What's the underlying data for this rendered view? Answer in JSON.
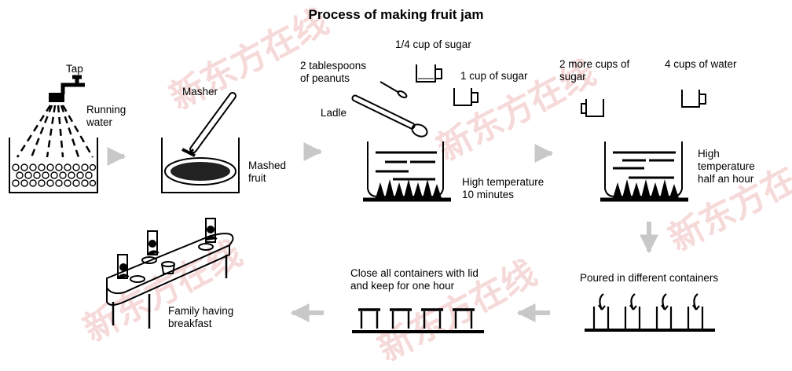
{
  "title": "Process of making fruit jam",
  "watermark": "新东方在线",
  "steps": {
    "wash": {
      "tap": "Tap",
      "water_line1": "Running",
      "water_line2": "water"
    },
    "mash": {
      "masher": "Masher",
      "result_line1": "Mashed",
      "result_line2": "fruit"
    },
    "boil1": {
      "peanuts_line1": "2 tablespoons",
      "peanuts_line2": "of peanuts",
      "quarter_sugar": "1/4 cup of sugar",
      "one_sugar": "1 cup of sugar",
      "ladle": "Ladle",
      "heat_line1": "High temperature",
      "heat_line2": "10 minutes"
    },
    "boil2": {
      "sugar_line1": "2 more cups of",
      "sugar_line2": "sugar",
      "water": "4 cups of water",
      "heat_line1": "High",
      "heat_line2": "temperature",
      "heat_line3": "half an hour"
    },
    "pour": {
      "label": "Poured in different containers"
    },
    "close": {
      "line1": "Close all containers with lid",
      "line2": "and keep for one hour"
    },
    "breakfast": {
      "line1": "Family having",
      "line2": "breakfast"
    }
  },
  "colors": {
    "arrow": "#c8c8c8",
    "line": "#000000",
    "watermark": "#f6d9d9"
  }
}
